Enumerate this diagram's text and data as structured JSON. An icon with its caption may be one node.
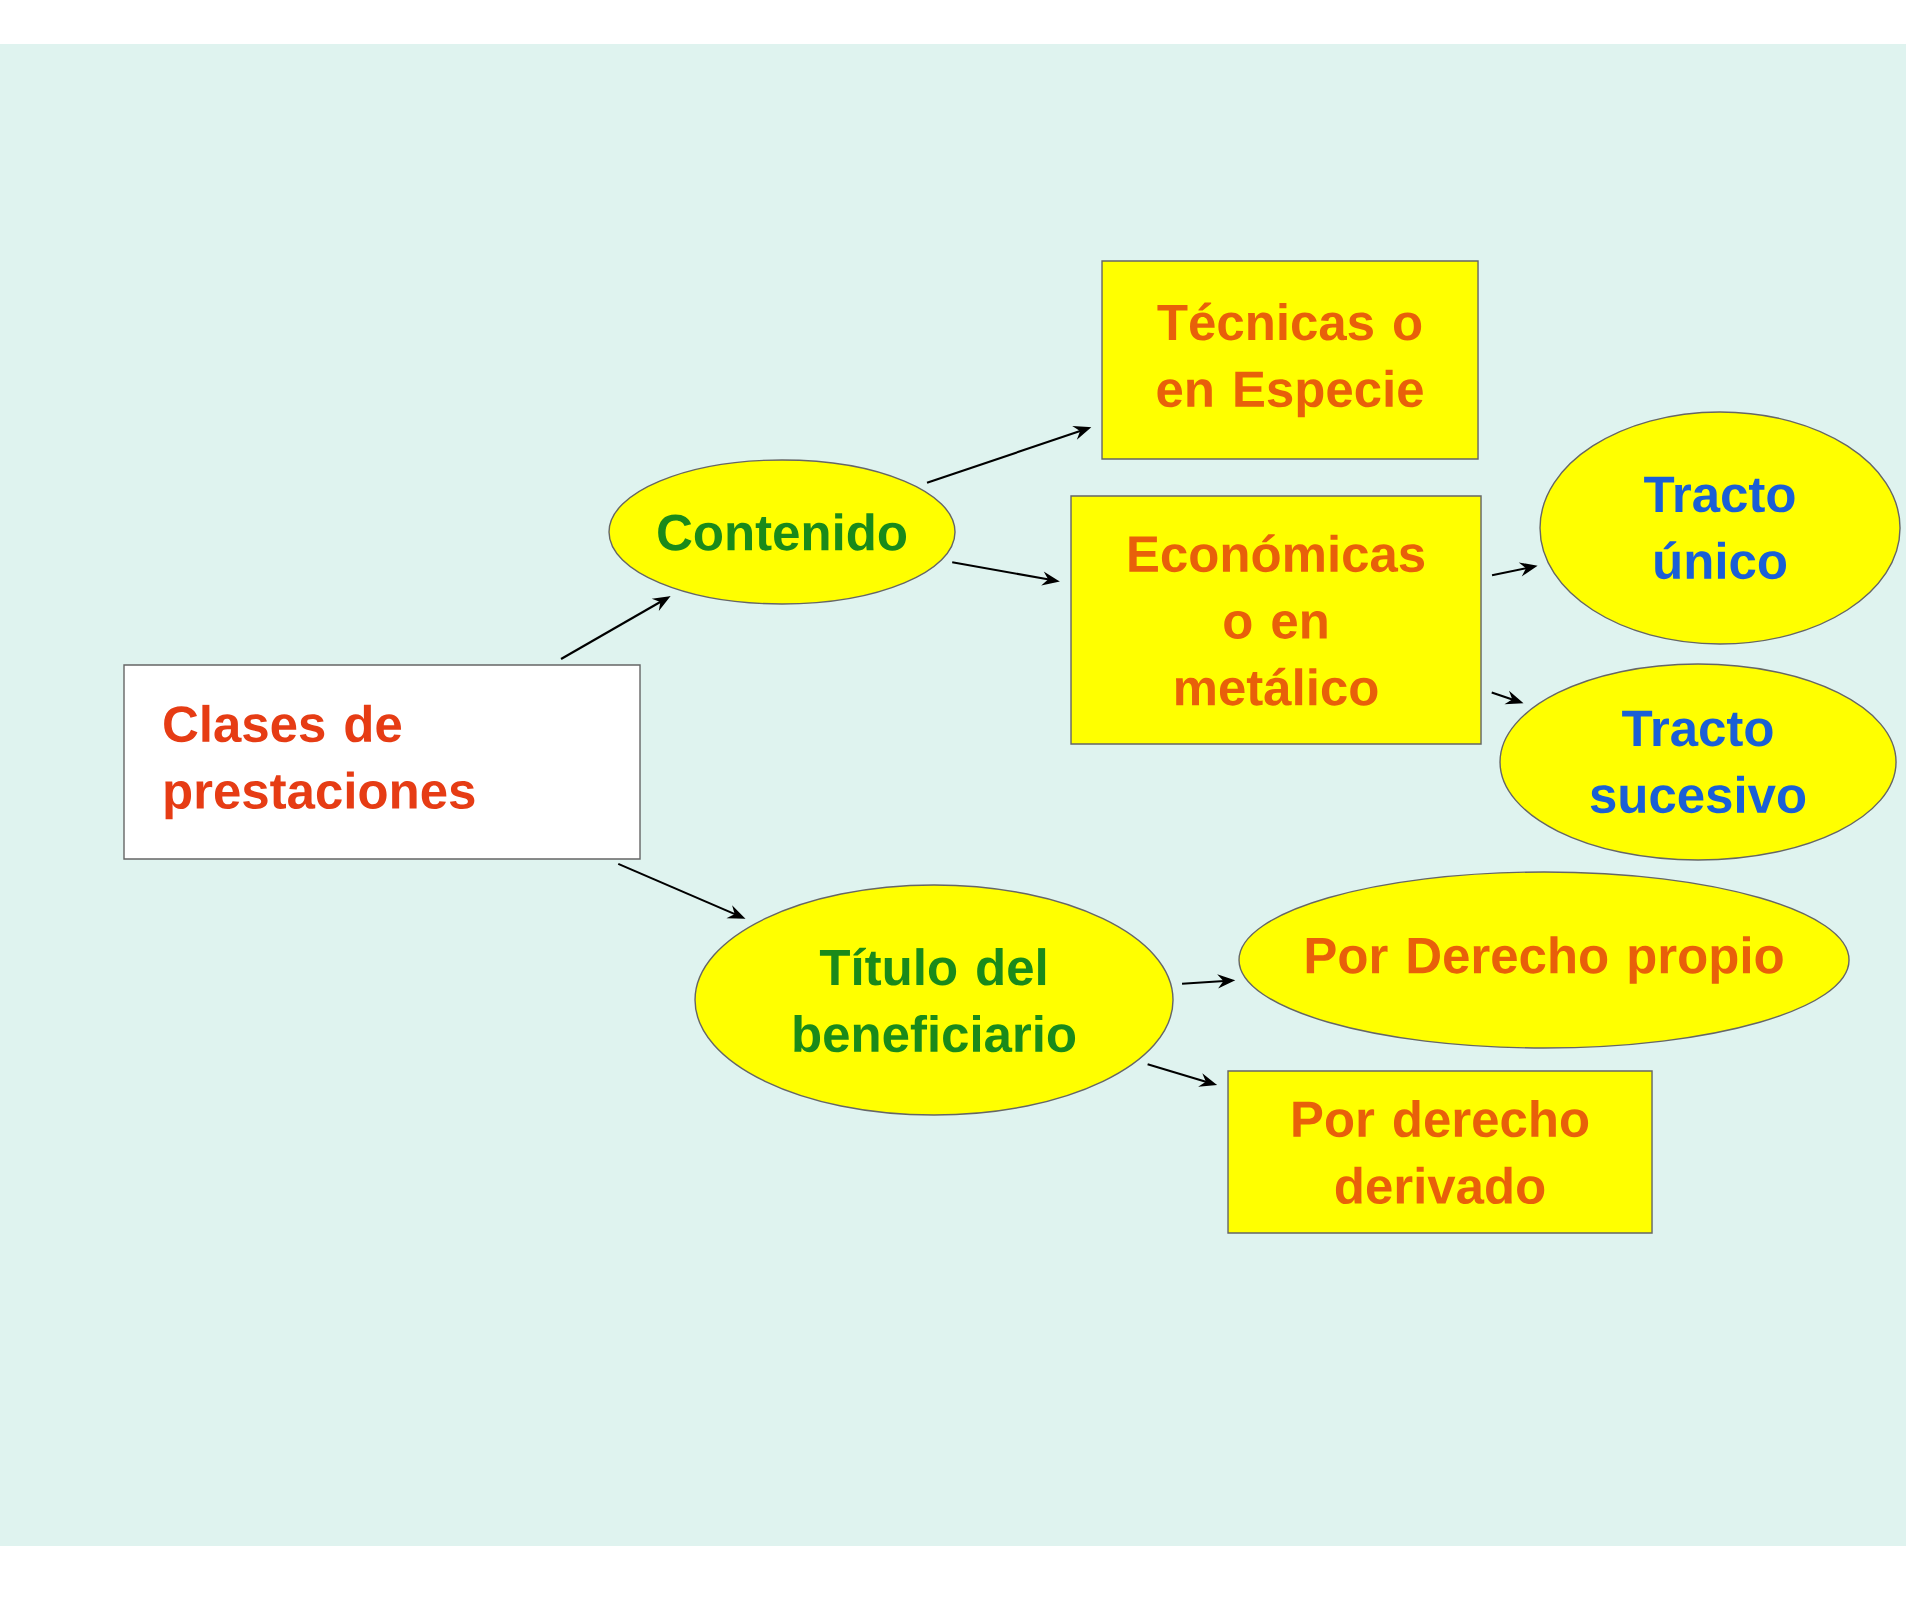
{
  "diagram": {
    "nodes": [
      {
        "text": [
          "Clases de prestaciones"
        ]
      },
      {
        "text": [
          "Contenido"
        ]
      },
      {
        "text": [
          "Técnicas o en Especie"
        ]
      },
      {
        "text": [
          "Económicas o en metálico"
        ]
      },
      {
        "text": [
          "Tracto único"
        ]
      },
      {
        "text": [
          "Tracto sucesivo"
        ]
      },
      {
        "text": [
          "Título del beneficiario"
        ]
      },
      {
        "text": [
          "Por Derecho propio"
        ]
      },
      {
        "text": [
          "Por derecho derivado"
        ]
      }
    ],
    "edges": [
      {
        "from": 0,
        "to": 1,
        "arrow": "to"
      },
      {
        "from": 0,
        "to": 6,
        "arrow": "to"
      },
      {
        "from": 1,
        "to": 2,
        "arrow": "to"
      },
      {
        "from": 1,
        "to": 3,
        "arrow": "to"
      },
      {
        "from": 3,
        "to": 4,
        "arrow": "to"
      },
      {
        "from": 3,
        "to": 5,
        "arrow": "to"
      },
      {
        "from": 6,
        "to": 7,
        "arrow": "to"
      },
      {
        "from": 6,
        "to": 8,
        "arrow": "to"
      }
    ]
  }
}
